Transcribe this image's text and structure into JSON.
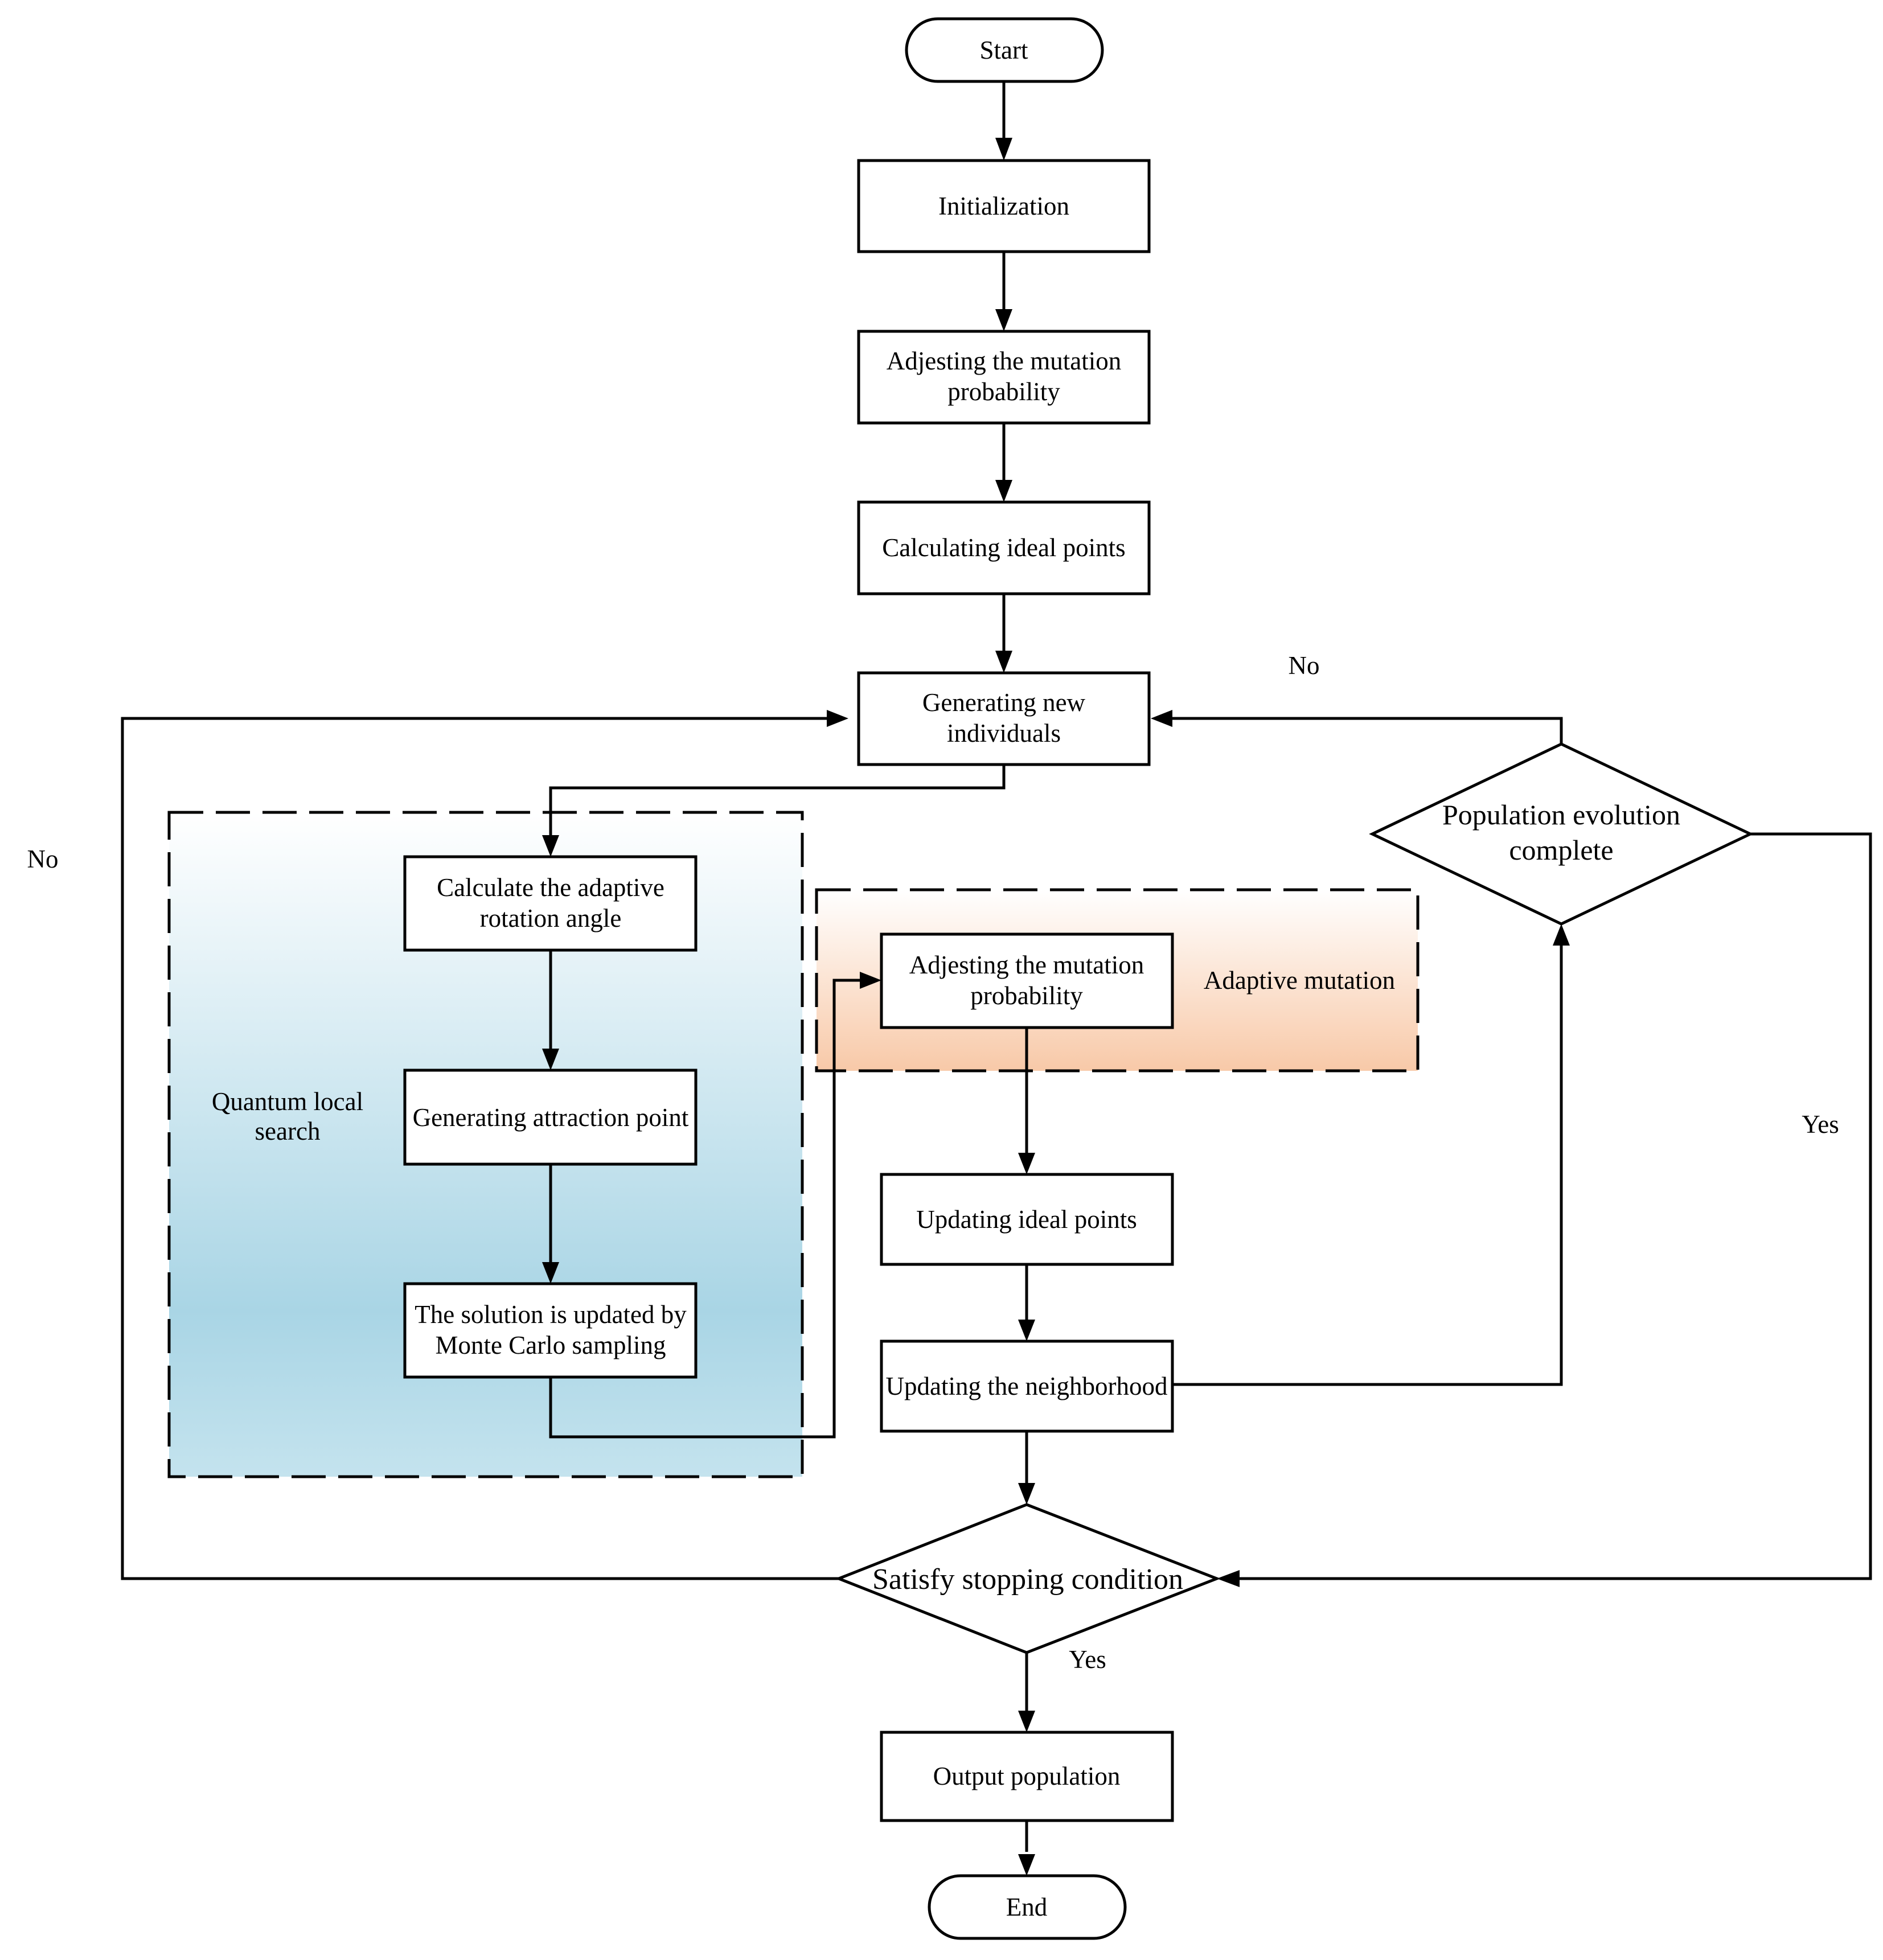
{
  "nodes": {
    "start": "Start",
    "init": "Initialization",
    "adj1_l1": "Adjesting the mutation",
    "adj1_l2": "probability",
    "calc_ideal": "Calculating ideal points",
    "gen_l1": "Generating new",
    "gen_l2": "individuals",
    "rot_l1": "Calculate the adaptive",
    "rot_l2": "rotation angle",
    "attr": "Generating attraction point",
    "mc_l1": "The solution is updated by",
    "mc_l2": "Monte Carlo sampling",
    "adj2_l1": "Adjesting the mutation",
    "adj2_l2": "probability",
    "upd_ideal": "Updating ideal points",
    "upd_nb": "Updating the neighborhood",
    "pop_l1": "Population evolution",
    "pop_l2": "complete",
    "stop": "Satisfy stopping condition",
    "output": "Output population",
    "end": "End"
  },
  "groups": {
    "quantum_l1": "Quantum local",
    "quantum_l2": "search",
    "adaptive": "Adaptive mutation"
  },
  "edge_labels": {
    "no_top": "No",
    "no_left": "No",
    "yes_right": "Yes",
    "yes_bottom": "Yes"
  },
  "colors": {
    "quantum_fill_top": "#ffffff",
    "quantum_fill_bottom": "#a9d5e5",
    "adaptive_fill_top": "#ffffff",
    "adaptive_fill_bottom": "#f8c9a8"
  }
}
